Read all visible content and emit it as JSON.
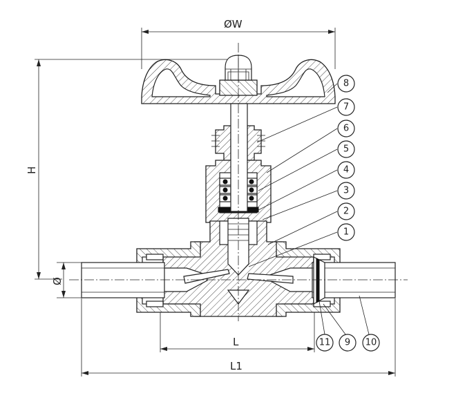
{
  "dimensions": {
    "handwheel_diameter": "ØW",
    "height": "H",
    "pipe_diameter": "Ø",
    "body_length": "L",
    "overall_length": "L1"
  },
  "callouts": [
    "8",
    "7",
    "6",
    "5",
    "4",
    "3",
    "2",
    "1",
    "11",
    "9",
    "10"
  ]
}
